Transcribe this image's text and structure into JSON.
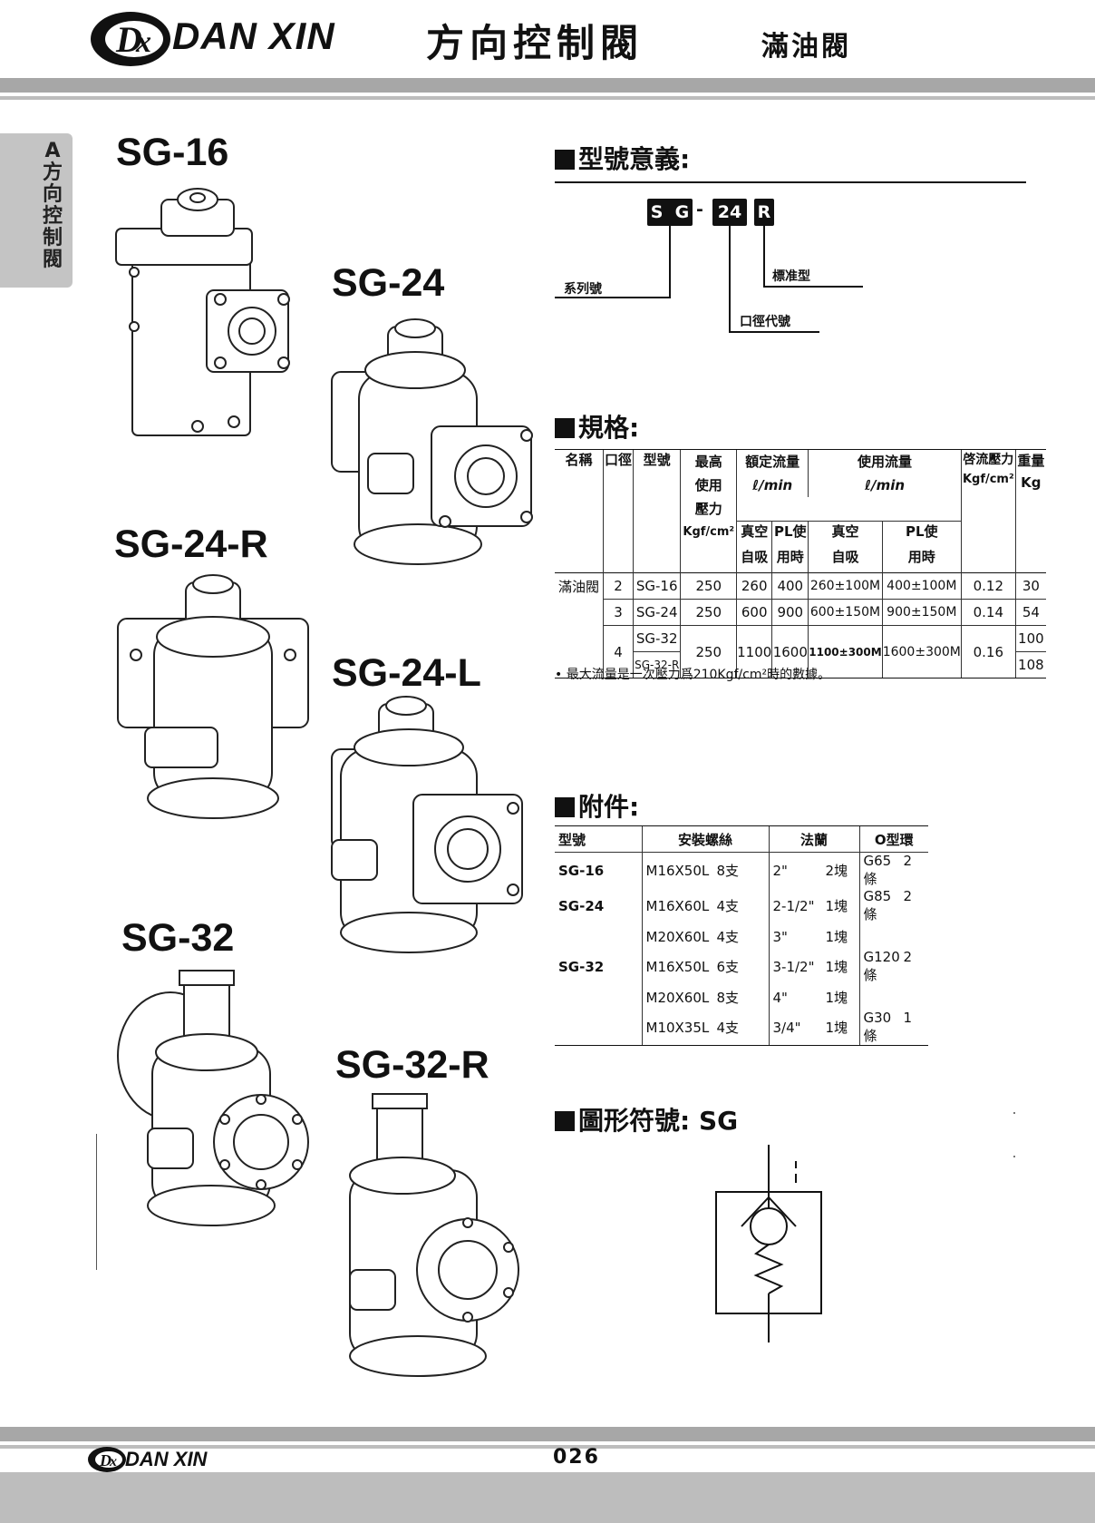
{
  "header": {
    "logo_text": "DX",
    "brand": "DAN XIN",
    "title": "方向控制閥",
    "subtitle": "滿油閥"
  },
  "side_tab": {
    "chars": [
      "A",
      "方",
      "向",
      "控",
      "制",
      "閥"
    ]
  },
  "products": {
    "sg16": "SG-16",
    "sg24": "SG-24",
    "sg24r": "SG-24-R",
    "sg24l": "SG-24-L",
    "sg32": "SG-32",
    "sg32r": "SG-32-R"
  },
  "model_meaning": {
    "heading": "型號意義:",
    "codes": [
      "S",
      "G",
      "-",
      "24",
      "R"
    ],
    "labels": {
      "series": "系列號",
      "bore": "口徑代號",
      "standard": "標准型"
    }
  },
  "spec": {
    "heading": "規格:",
    "headers": {
      "name": "名稱",
      "bore": "口徑",
      "model": "型號",
      "max_pressure": [
        "最高",
        "使用",
        "壓力",
        "Kgf/cm²"
      ],
      "rated_flow": "額定流量",
      "rated_unit": "ℓ/min",
      "use_flow": "使用流量",
      "use_unit": "ℓ/min",
      "vac": "真空",
      "vac2": "自吸",
      "pl": "PL使",
      "pl2": "用時",
      "vac_u": "真空",
      "vac_u2": "自吸",
      "pl_u": "PL使",
      "pl_u2": "用時",
      "crack": "啓流壓力",
      "crack_unit": "Kgf/cm²",
      "weight": "重量",
      "weight_unit": "Kg"
    },
    "rows": [
      {
        "name": "滿油閥",
        "bore": "2",
        "model": "SG-16",
        "pressure": "250",
        "rv": "260",
        "rp": "400",
        "uv": "260±100M",
        "up": "400±100M",
        "crack": "0.12",
        "weight": "30"
      },
      {
        "name": "",
        "bore": "3",
        "model": "SG-24",
        "pressure": "250",
        "rv": "600",
        "rp": "900",
        "uv": "600±150M",
        "up": "900±150M",
        "crack": "0.14",
        "weight": "54"
      },
      {
        "name": "",
        "bore": "4",
        "model": "SG-32",
        "model2": "SG-32-R",
        "pressure": "250",
        "rv": "1100",
        "rp": "1600",
        "uv": "1100±300M",
        "up": "1600±300M",
        "crack": "0.16",
        "weight": "100",
        "weight2": "108"
      }
    ],
    "note": "• 最大流量是一次壓力爲210Kgf/cm²時的數據。"
  },
  "accessories": {
    "heading": "附件:",
    "headers": [
      "型號",
      "安裝螺絲",
      "法蘭",
      "O型環"
    ],
    "rows": [
      {
        "model": "SG-16",
        "bolt": "M16X50L",
        "bqty": "8支",
        "flange": "2\"",
        "fqty": "2塊",
        "oring": "G65",
        "oqty": "2條"
      },
      {
        "model": "SG-24",
        "bolt": "M16X60L",
        "bqty": "4支",
        "flange": "2-1/2\"",
        "fqty": "1塊",
        "oring": "G85",
        "oqty": "2條"
      },
      {
        "model": "",
        "bolt": "M20X60L",
        "bqty": "4支",
        "flange": "3\"",
        "fqty": "1塊",
        "oring": "",
        "oqty": ""
      },
      {
        "model": "SG-32",
        "bolt": "M16X50L",
        "bqty": "6支",
        "flange": "3-1/2\"",
        "fqty": "1塊",
        "oring": "G120",
        "oqty": "2條"
      },
      {
        "model": "",
        "bolt": "M20X60L",
        "bqty": "8支",
        "flange": "4\"",
        "fqty": "1塊",
        "oring": "",
        "oqty": ""
      },
      {
        "model": "",
        "bolt": "M10X35L",
        "bqty": "4支",
        "flange": "3/4\"",
        "fqty": "1塊",
        "oring": "G30",
        "oqty": "1條"
      }
    ]
  },
  "symbol": {
    "heading": "圖形符號:  SG"
  },
  "footer": {
    "brand": "DAN XIN",
    "page": "026"
  }
}
